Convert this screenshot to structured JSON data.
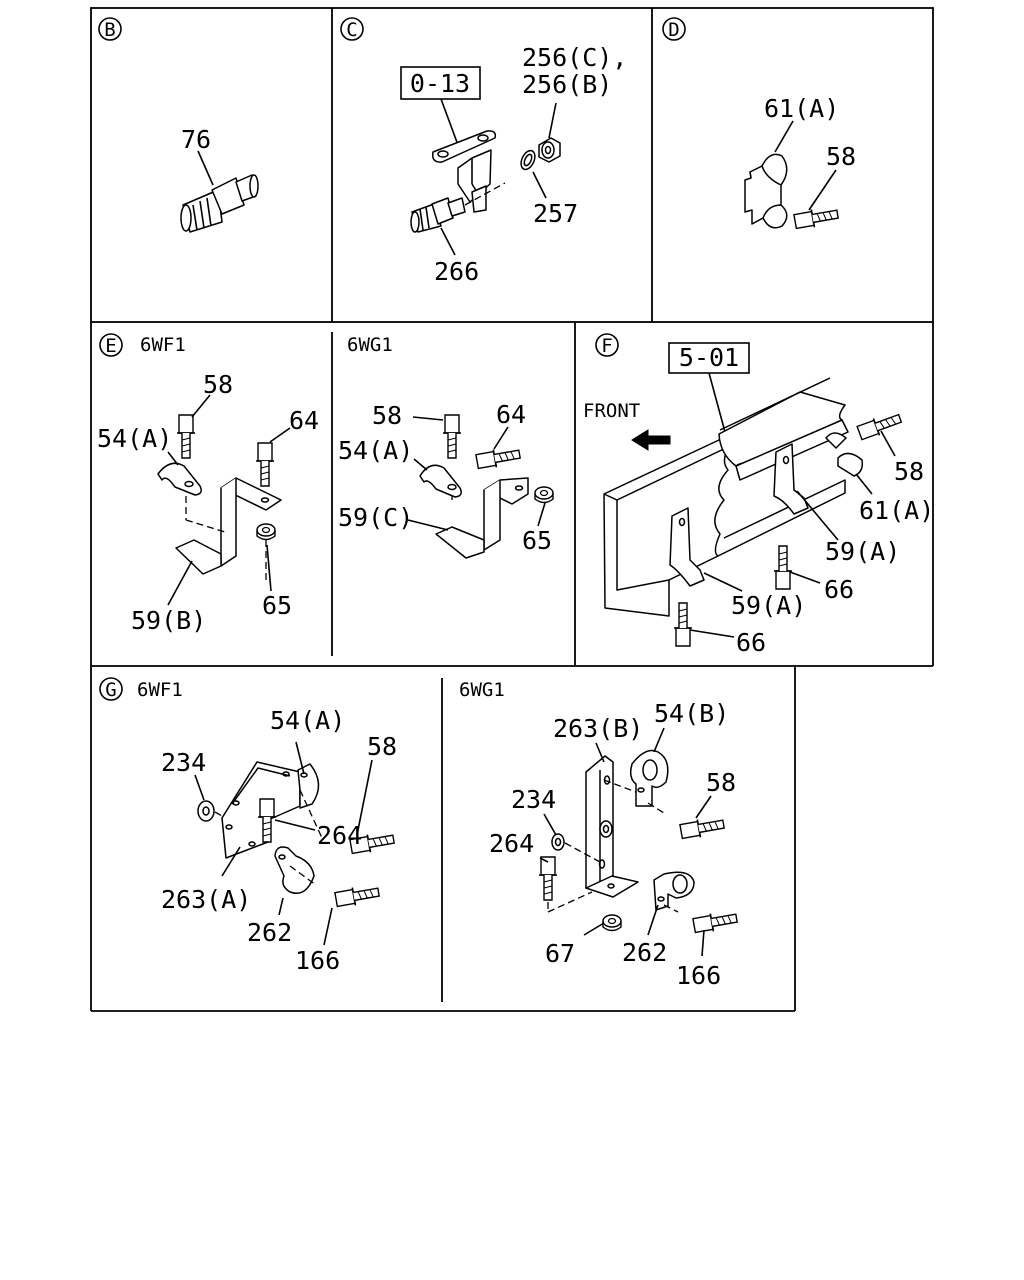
{
  "sections": {
    "B": {
      "letter": "B",
      "part": "76"
    },
    "C": {
      "letter": "C",
      "ref_box": "0-13",
      "nut_a": "256(C),",
      "nut_b": "256(B)",
      "washer": "257",
      "fitting": "266"
    },
    "D": {
      "letter": "D",
      "clip": "61(A)",
      "bolt": "58"
    },
    "E": {
      "letter": "E",
      "left": {
        "variant": "6WF1",
        "bolt": "58",
        "clip": "54(A)",
        "bolt2": "64",
        "bracket": "59(B)",
        "nut": "65"
      },
      "right": {
        "variant": "6WG1",
        "bolt": "58",
        "bolt2": "64",
        "clip": "54(A)",
        "bracket": "59(C)",
        "nut": "65"
      }
    },
    "F": {
      "letter": "F",
      "ref_box": "5-01",
      "front": "FRONT",
      "bolt": "58",
      "clip": "61(A)",
      "bracket_a": "59(A)",
      "bolt_a": "66",
      "bracket_b": "59(A)",
      "bolt_b": "66"
    },
    "G": {
      "letter": "G",
      "left": {
        "variant": "6WF1",
        "clip": "54(A)",
        "bolt": "58",
        "nut": "234",
        "bolt2": "264",
        "bracket": "263(A)",
        "clip2": "262",
        "bolt3": "166"
      },
      "right": {
        "variant": "6WG1",
        "bracket": "263(B)",
        "clip": "54(B)",
        "bolt": "58",
        "nut": "234",
        "bolt2": "264",
        "nut2": "67",
        "clip2": "262",
        "bolt3": "166"
      }
    }
  }
}
